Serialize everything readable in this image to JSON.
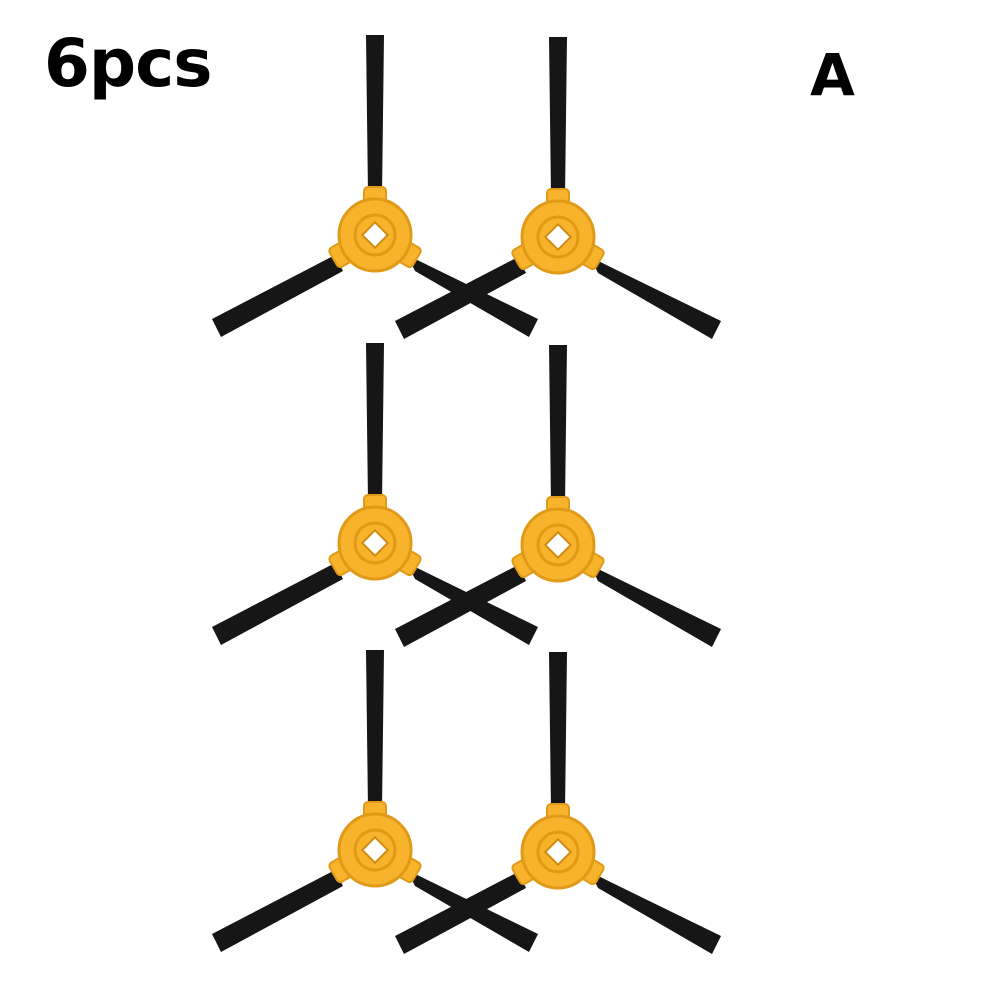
{
  "labels": {
    "quantity": "6pcs",
    "variant": "A"
  },
  "product": {
    "item_icon": "side-brush-icon",
    "count": 6
  },
  "colors": {
    "background": "#ffffff",
    "hub": "#f7b32b",
    "hub_edge": "#e09a18",
    "bristle": "#161616",
    "text": "#000000"
  }
}
